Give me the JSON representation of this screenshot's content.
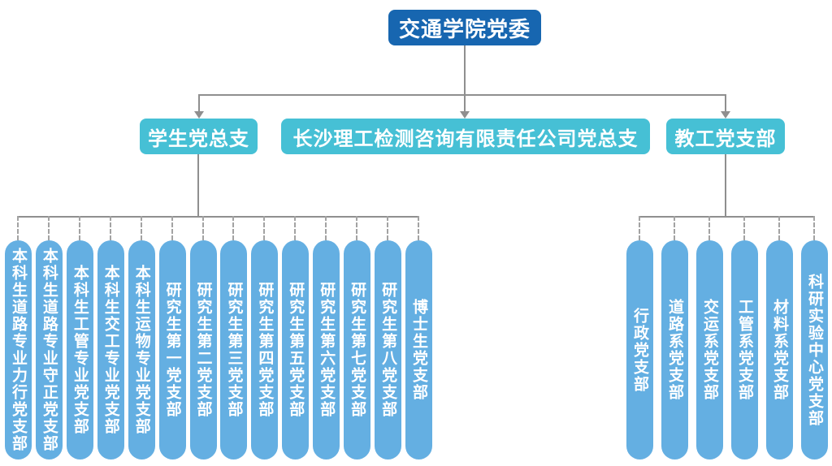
{
  "root": {
    "label": "交通学院党委"
  },
  "level2": {
    "student": {
      "label": "学生党总支"
    },
    "company": {
      "label": "长沙理工检测咨询有限责任公司党总支"
    },
    "faculty": {
      "label": "教工党支部"
    }
  },
  "student_branches": [
    "本科生道路专业力行党支部",
    "本科生道路专业守正党支部",
    "本科生工管专业党支部",
    "本科生交工专业党支部",
    "本科生运物专业党支部",
    "研究生第一党支部",
    "研究生第二党支部",
    "研究生第三党支部",
    "研究生第四党支部",
    "研究生第五党支部",
    "研究生第六党支部",
    "研究生第七党支部",
    "研究生第八党支部",
    "博士生党支部"
  ],
  "faculty_branches": [
    "行政党支部",
    "道路系党支部",
    "交运系党支部",
    "工管系党支部",
    "材料系党支部",
    "科研实验中心党支部"
  ],
  "colors": {
    "root_box": "#1766b0",
    "branch_box": "#46c0d5",
    "pill_box": "#64afe2",
    "connector_line": "#8f8f8f",
    "connector_dash": "#a3a3a3"
  }
}
